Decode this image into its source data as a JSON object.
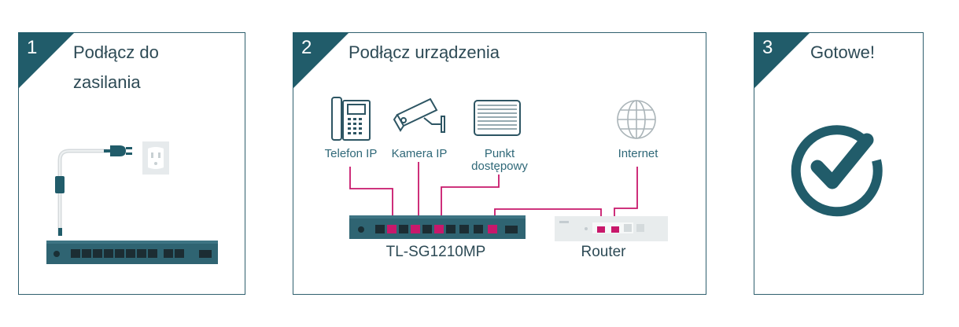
{
  "colors": {
    "teal": "#215c6a",
    "border": "#2f5f6e",
    "port_active": "#c8186b",
    "router": "#e8eced",
    "outlet": "#e6eaec"
  },
  "panels": [
    {
      "number": "1",
      "title_line1": "Podłącz do",
      "title_line2": "zasilania"
    },
    {
      "number": "2",
      "title": "Podłącz urządzenia",
      "devices": {
        "phone": "Telefon IP",
        "camera": "Kamera IP",
        "ap_line1": "Punkt",
        "ap_line2": "dostępowy",
        "internet": "Internet"
      },
      "switch_label": "TL-SG1210MP",
      "router_label": "Router"
    },
    {
      "number": "3",
      "title": "Gotowe!"
    }
  ],
  "icons": [
    "power-plug-icon",
    "wall-outlet-icon",
    "ip-phone-icon",
    "camera-icon",
    "access-point-icon",
    "globe-icon",
    "checkmark-circle-icon"
  ]
}
